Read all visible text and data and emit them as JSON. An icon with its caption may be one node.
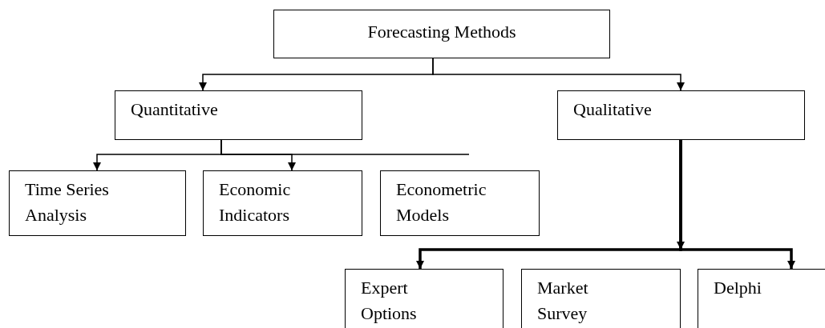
{
  "diagram": {
    "nodes": [
      {
        "text": [
          "Forecasting Methods"
        ]
      },
      {
        "text": [
          "Quantitative"
        ]
      },
      {
        "text": [
          "Qualitative"
        ]
      },
      {
        "text": [
          "Time Series Analysis"
        ]
      },
      {
        "text": [
          "Economic Indicators"
        ]
      },
      {
        "text": [
          "Econometric Models"
        ]
      },
      {
        "text": [
          "Expert Options"
        ]
      },
      {
        "text": [
          "Market Survey"
        ]
      },
      {
        "text": [
          "Delphi"
        ]
      }
    ],
    "edges": [
      {
        "from": 0,
        "to": 1,
        "arrow": "to"
      },
      {
        "from": 0,
        "to": 2,
        "arrow": "to"
      },
      {
        "from": 1,
        "to": 3,
        "arrow": "to"
      },
      {
        "from": 1,
        "to": 4,
        "arrow": "to"
      },
      {
        "from": 1,
        "to": null,
        "arrow": "none"
      },
      {
        "from": 2,
        "to": 6,
        "arrow": "to",
        "style": "thick"
      },
      {
        "from": 2,
        "to": 8,
        "arrow": "to",
        "style": "thick"
      }
    ]
  }
}
